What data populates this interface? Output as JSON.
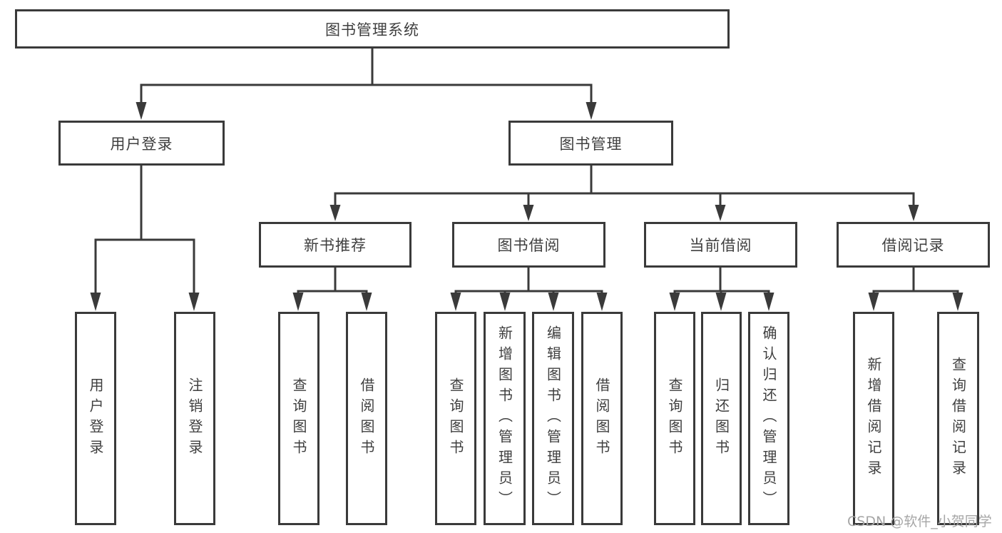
{
  "diagram": {
    "root": {
      "label": "图书管理系统"
    },
    "children": [
      {
        "label": "用户登录",
        "children": [
          {
            "label": "用户登录"
          },
          {
            "label": "注销登录"
          }
        ]
      },
      {
        "label": "图书管理",
        "children": [
          {
            "label": "新书推荐",
            "children": [
              {
                "label": "查询图书"
              },
              {
                "label": "借阅图书"
              }
            ]
          },
          {
            "label": "图书借阅",
            "children": [
              {
                "label": "查询图书"
              },
              {
                "label": "新增图书（管理员）"
              },
              {
                "label": "编辑图书（管理员）"
              },
              {
                "label": "借阅图书"
              }
            ]
          },
          {
            "label": "当前借阅",
            "children": [
              {
                "label": "查询图书"
              },
              {
                "label": "归还图书"
              },
              {
                "label": "确认归还（管理员）"
              }
            ]
          },
          {
            "label": "借阅记录",
            "children": [
              {
                "label": "新增借阅记录"
              },
              {
                "label": "查询借阅记录"
              }
            ]
          }
        ]
      }
    ]
  },
  "watermark": {
    "text": "CSDN @软件_小贺同学"
  },
  "colors": {
    "line": "#3a3a3a",
    "text": "#3f3f3f",
    "watermark": "#a6a6a6",
    "background": "#ffffff"
  }
}
